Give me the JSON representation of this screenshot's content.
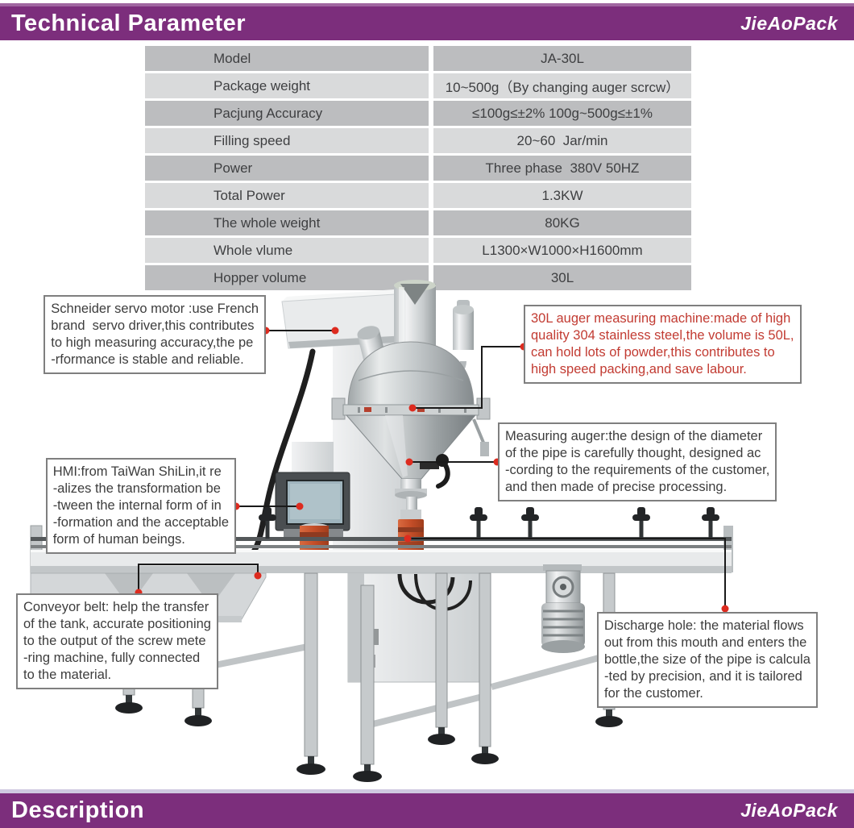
{
  "header": {
    "title": "Technical Parameter",
    "brand": "JieAoPack"
  },
  "footer": {
    "title": "Description",
    "brand": "JieAoPack"
  },
  "colors": {
    "header_purple": "#7c2e7c",
    "header_strip": "#a066a0",
    "footer_strip": "#cfc8e0",
    "table_row_dark": "#bcbdbf",
    "table_row_light": "#d9dadb",
    "callout_red_text": "#c23b32",
    "leader_dot_red": "#dd2b1f",
    "machine_orange": "#c8502e"
  },
  "table": {
    "rows": [
      {
        "label": "Model",
        "value": "JA-30L"
      },
      {
        "label": "Package weight",
        "value": "10~500g（By changing auger scrcw）"
      },
      {
        "label": "Pacjung Accuracy",
        "value": "≤100g≤±2% 100g~500g≤±1%"
      },
      {
        "label": "Filling speed",
        "value": "20~60  Jar/min"
      },
      {
        "label": "Power",
        "value": "Three phase  380V 50HZ"
      },
      {
        "label": "Total Power",
        "value": "1.3KW"
      },
      {
        "label": "The whole weight",
        "value": "80KG"
      },
      {
        "label": "Whole vlume",
        "value": "L1300×W1000×H1600mm"
      },
      {
        "label": "Hopper volume",
        "value": "30L"
      }
    ]
  },
  "callouts": {
    "servo": {
      "text": "Schneider servo motor :use French\nbrand  servo driver,this contributes\nto high measuring accuracy,the pe\n-rformance is stable and reliable."
    },
    "auger_hopper": {
      "text": "30L auger measuring machine:made of high\nquality 304 stainless steel,the volume is 50L,\ncan hold lots of powder,this contributes to\nhigh speed packing,and save labour."
    },
    "measuring_auger": {
      "text": "Measuring auger:the design of the diameter\nof the pipe is carefully thought, designed ac\n-cording to the requirements of the customer,\nand then made of precise processing."
    },
    "hmi": {
      "text": "HMI:from TaiWan ShiLin,it re\n-alizes the transformation be\n-tween the internal form of in\n-formation and the acceptable\nform of human beings."
    },
    "conveyor": {
      "text": "Conveyor belt: help the transfer\nof the tank, accurate positioning\nto the output of the screw mete\n-ring machine, fully connected\nto the material."
    },
    "discharge": {
      "text": "Discharge hole: the material flows\nout from this mouth and enters the\nbottle,the size of the pipe is calcula\n-ted by precision, and it is tailored\nfor the customer."
    }
  }
}
